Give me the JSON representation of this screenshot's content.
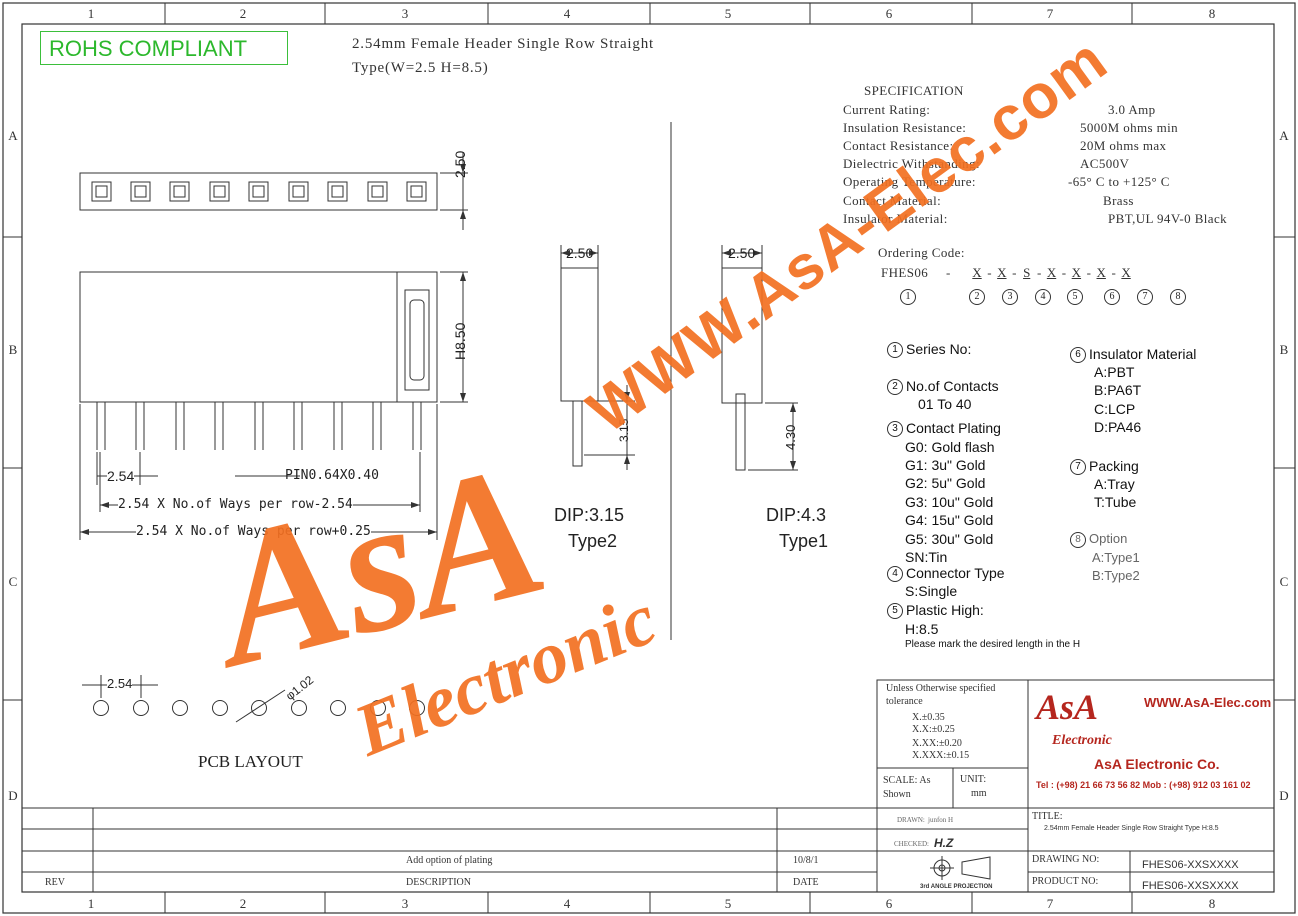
{
  "grid": {
    "cols": [
      "1",
      "2",
      "3",
      "4",
      "5",
      "6",
      "7",
      "8"
    ],
    "rows": [
      "A",
      "B",
      "C",
      "D"
    ]
  },
  "header": {
    "rohs": "ROHS COMPLIANT",
    "title_line1": "2.54mm Female Header Single Row Straight",
    "title_line2": "Type(W=2.5  H=8.5)"
  },
  "spec": {
    "heading": "SPECIFICATION",
    "rows": [
      {
        "label": "Current Rating:",
        "value": "3.0 Amp"
      },
      {
        "label": "Insulation Resistance:",
        "value": "5000M ohms min"
      },
      {
        "label": "Contact Resistance:",
        "value": "20M ohms max"
      },
      {
        "label": "Dielectric Withstanding:",
        "value": "AC500V"
      },
      {
        "label": "Operating Temperature:",
        "value": "-65° C  to  +125° C"
      },
      {
        "label": "Contact Material:",
        "value": "Brass"
      },
      {
        "label": "Insulator Material:",
        "value": "PBT,UL 94V-0 Black"
      }
    ],
    "ordering_label": "Ordering Code:",
    "ordering_prefix": "FHES06",
    "ordering_fields": [
      "X",
      "X",
      "S",
      "X",
      "X",
      "X",
      "X"
    ],
    "ordering_nums": [
      "1",
      "2",
      "3",
      "4",
      "5",
      "6",
      "7",
      "8"
    ]
  },
  "options": {
    "series": {
      "num": "1",
      "title": "Series No:"
    },
    "contacts": {
      "num": "2",
      "title": "No.of Contacts",
      "lines": [
        "01 To 40"
      ]
    },
    "plating": {
      "num": "3",
      "title": "Contact Plating",
      "lines": [
        "G0: Gold flash",
        "G1:  3u\" Gold",
        "G2:  5u\" Gold",
        "G3: 10u\" Gold",
        "G4: 15u\" Gold",
        "G5: 30u\" Gold",
        "SN:Tin"
      ]
    },
    "connector": {
      "num": "4",
      "title": "Connector Type",
      "lines": [
        "S:Single"
      ]
    },
    "plastic": {
      "num": "5",
      "title": "Plastic High:",
      "lines": [
        "H:8.5"
      ],
      "note": "Please mark the desired length in the H"
    },
    "insulator": {
      "num": "6",
      "title": "Insulator Material",
      "lines": [
        "A:PBT",
        "B:PA6T",
        "C:LCP",
        "D:PA46"
      ]
    },
    "packing": {
      "num": "7",
      "title": "Packing",
      "lines": [
        "A:Tray",
        "T:Tube"
      ]
    },
    "option": {
      "num": "8",
      "title": "Option",
      "lines": [
        "A:Type1",
        "B:Type2"
      ]
    }
  },
  "dims": {
    "top_width": "2.50",
    "height": "H8.50",
    "pitch": "2.54",
    "pin": "PIN0.64X0.40",
    "formula1": "2.54 X No.of Ways per row-2.54",
    "formula2": "2.54 X No.of Ways per row+0.25",
    "type2_width": "2.50",
    "type2_dip": "3.15",
    "type2_label1": "DIP:3.15",
    "type2_label2": "Type2",
    "type1_width": "2.50",
    "type1_dip": "4.30",
    "type1_label1": "DIP:4.3",
    "type1_label2": "Type1",
    "pcb_pitch": "2.54",
    "pcb_hole": "φ1.02",
    "pcb_title": "PCB LAYOUT"
  },
  "watermark": {
    "url": "WWW.AsA-Elec.com",
    "brand": "AsA",
    "sub": "Electronic"
  },
  "title_block": {
    "tolerance_heading": "Unless Otherwise specified tolerance",
    "tolerances": [
      "X.±0.35",
      "X.X:±0.25",
      "X.XX:±0.20",
      "X.XXX:±0.15"
    ],
    "scale_label": "SCALE: As Shown",
    "unit_label": "UNIT:",
    "unit_value": "mm",
    "company_url": "WWW.AsA-Elec.com",
    "company_logo": "AsA",
    "company_logo_sub": "Electronic",
    "company_name": "AsA Electronic Co.",
    "company_tel": "Tel : (+98) 21 66 73 56 82 Mob : (+98) 912 03 161 02",
    "drawn_label": "DRAWN:",
    "drawn_value": "junfon H",
    "checked_label": "CHECKED:",
    "checked_value": "H.Z",
    "projection": "3rd ANGLE PROJECTION",
    "title_label": "TITLE:",
    "title_value": "2.54mm Female Header Single  Row Straight Type H:8.5",
    "drawing_no_label": "DRAWING NO:",
    "drawing_no_value": "FHES06-XXSXXXX",
    "product_no_label": "PRODUCT NO:",
    "product_no_value": "FHES06-XXSXXXX",
    "revision_desc": "Add option of plating",
    "revision_date": "10/8/1",
    "rev_header": "REV",
    "desc_header": "DESCRIPTION",
    "date_header": "DATE"
  },
  "colors": {
    "watermark": "#f37021",
    "rohs": "#2cb82c",
    "logo_red": "#b5261e",
    "line": "#333333"
  }
}
